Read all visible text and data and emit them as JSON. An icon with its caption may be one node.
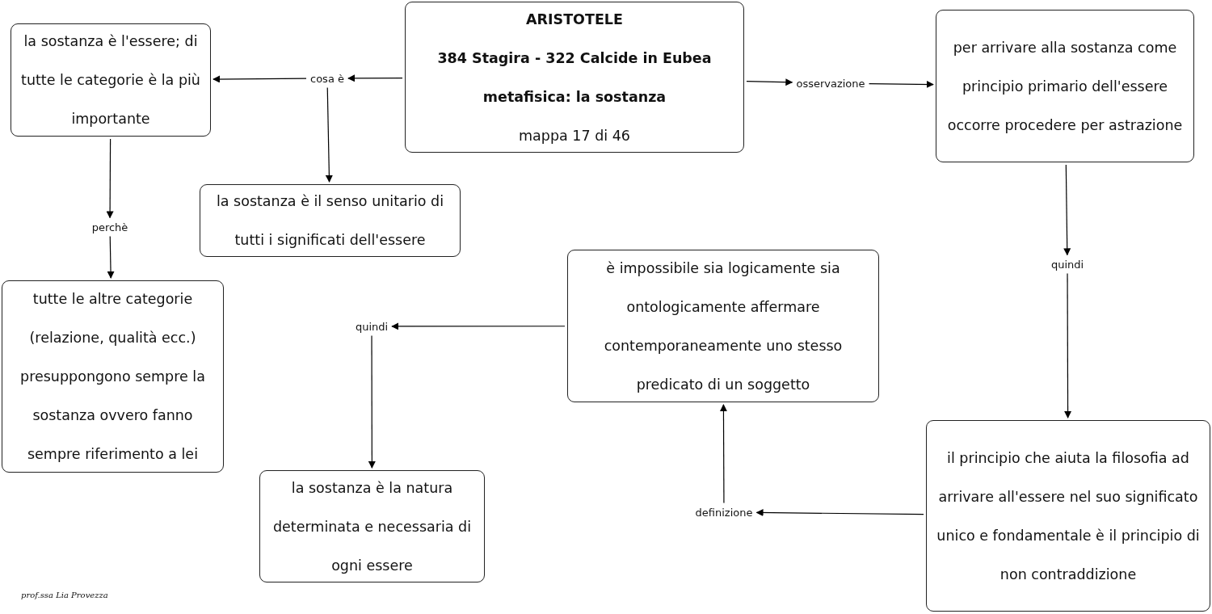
{
  "diagram": {
    "nodes": [
      {
        "text": [
          "ARISTOTELE",
          "384 Stagira - 322 Calcide in Eubea",
          "metafisica: la sostanza",
          "mappa 17 di 46"
        ]
      },
      {
        "text": [
          "la sostanza è l'essere; di tutte le categorie è la più importante"
        ]
      },
      {
        "text": [
          "la sostanza è il senso unitario di tutti i significati dell'essere"
        ]
      },
      {
        "text": [
          "per arrivare alla sostanza come principio primario dell'essere occorre procedere per astrazione"
        ]
      },
      {
        "text": [
          "tutte le altre categorie (relazione, qualità ecc.) presuppongono sempre la sostanza ovvero fanno sempre riferimento a lei"
        ]
      },
      {
        "text": [
          "è impossibile sia logicamente sia ontologicamente affermare contemporaneamente uno stesso predicato di un soggetto"
        ]
      },
      {
        "text": [
          "il principio che aiuta la filosofia ad arrivare all'essere nel suo significato unico e fondamentale è il principio di non contraddizione"
        ]
      },
      {
        "text": [
          "la sostanza è la natura determinata e necessaria di ogni essere"
        ]
      },
      {
        "text": [
          "cosa è"
        ]
      },
      {
        "text": [
          "osservazione"
        ]
      },
      {
        "text": [
          "perchè"
        ]
      },
      {
        "text": [
          "quindi"
        ]
      },
      {
        "text": [
          "quindi"
        ]
      },
      {
        "text": [
          "definizione"
        ]
      }
    ],
    "edges": [
      {
        "from": 0,
        "to": 8,
        "arrow": "to"
      },
      {
        "from": 8,
        "to": 1,
        "arrow": "to"
      },
      {
        "from": 8,
        "to": 2,
        "arrow": "to"
      },
      {
        "from": 0,
        "to": 9,
        "arrow": "to"
      },
      {
        "from": 9,
        "to": 3,
        "arrow": "to"
      },
      {
        "from": 1,
        "to": 10,
        "arrow": "to"
      },
      {
        "from": 10,
        "to": 4,
        "arrow": "to"
      },
      {
        "from": 3,
        "to": 11,
        "arrow": "to"
      },
      {
        "from": 11,
        "to": 6,
        "arrow": "to"
      },
      {
        "from": 6,
        "to": 13,
        "arrow": "to"
      },
      {
        "from": 13,
        "to": 5,
        "arrow": "to"
      },
      {
        "from": 5,
        "to": 12,
        "arrow": "to"
      },
      {
        "from": 12,
        "to": 7,
        "arrow": "to"
      }
    ],
    "labels": [
      "prof.ssa Lia Provezza"
    ]
  }
}
